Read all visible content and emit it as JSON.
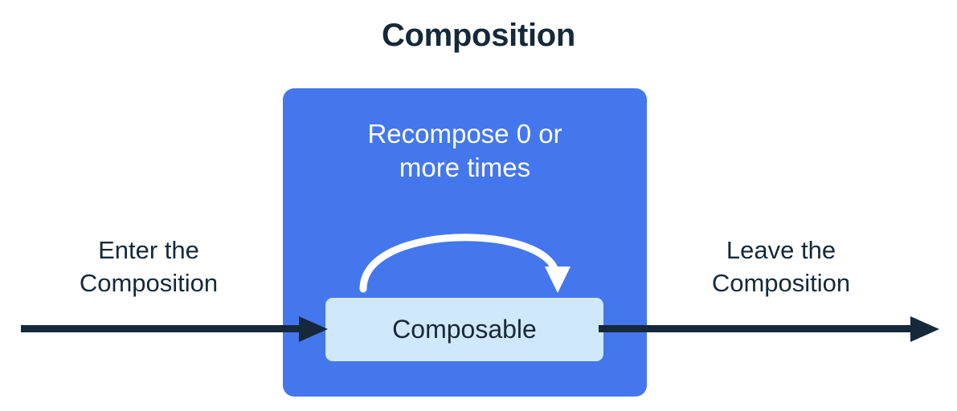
{
  "diagram": {
    "title": "Composition",
    "panel": {
      "name": "Composition",
      "color": "#4477ee",
      "caption_line1": "Recompose 0 or",
      "caption_line2": "more times",
      "caption_full": "Recompose 0 or more times",
      "loop_arrow_label": "recompose-loop"
    },
    "composable": {
      "label": "Composable",
      "fill": "#d0e8fb",
      "text_color": "#15293a"
    },
    "enter": {
      "line1": "Enter the",
      "line2": "Composition",
      "full": "Enter the Composition"
    },
    "leave": {
      "line1": "Leave the",
      "line2": "Composition",
      "full": "Leave the Composition"
    },
    "colors": {
      "background": "#ffffff",
      "panel_blue": "#4477ee",
      "composable_light_blue": "#d0e8fb",
      "ink_navy": "#15293a",
      "arrow_white": "#ffffff"
    }
  }
}
